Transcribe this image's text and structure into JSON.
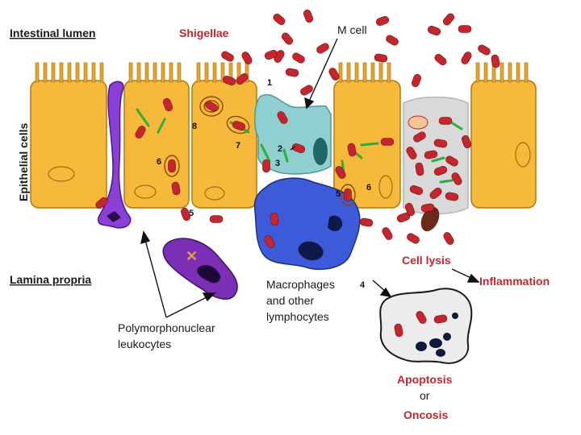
{
  "labels": {
    "intestinal_lumen": "Intestinal lumen",
    "shigellae": "Shigellae",
    "m_cell": "M cell",
    "epithelial_cells": "Epithelial cells",
    "lamina_propria": "Lamina propria",
    "macrophages_line1": "Macrophages",
    "macrophages_line2": "and other",
    "macrophages_line3": "lymphocytes",
    "pmn_line1": "Polymorphonuclear",
    "pmn_line2": "leukocytes",
    "cell_lysis": "Cell lysis",
    "inflammation": "Inflammation",
    "apoptosis": "Apoptosis",
    "or": "or",
    "oncosis": "Oncosis"
  },
  "steps": [
    "1",
    "2",
    "3",
    "4",
    "5",
    "6",
    "7",
    "8"
  ],
  "colors": {
    "epithelial_fill": "#f6b93b",
    "epithelial_stroke": "#b07a12",
    "m_cell_fill": "#8fcfcf",
    "macrophage_fill": "#3d5bd8",
    "pmn_fill": "#7b2fb5",
    "bacterium": "#c4262e",
    "flagellum": "#2fae3a",
    "lysed_cell": "#d9d9d9",
    "label_red": "#c4262e"
  }
}
